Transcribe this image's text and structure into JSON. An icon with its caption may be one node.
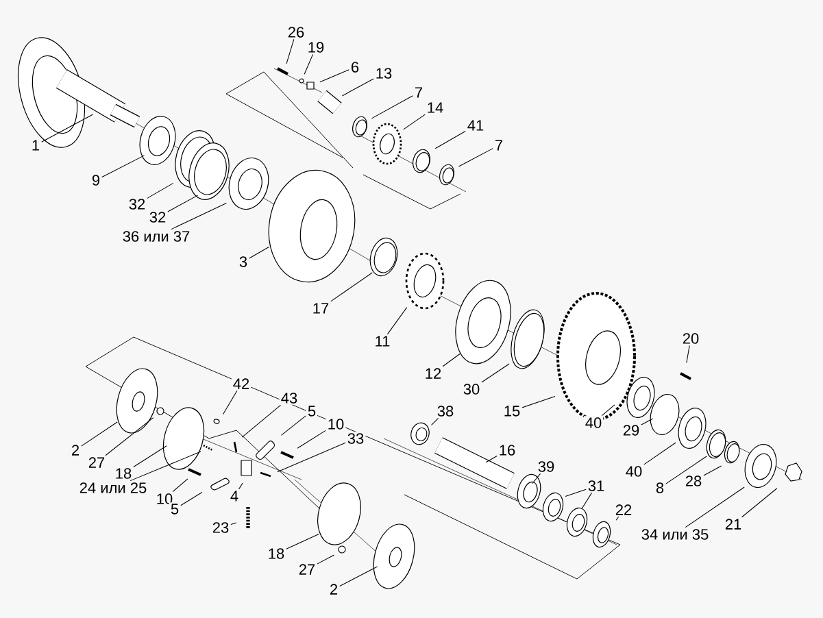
{
  "diagram": {
    "nodes": [
      {
        "text": [
          "26"
        ]
      },
      {
        "text": [
          "19"
        ]
      },
      {
        "text": [
          "6"
        ]
      },
      {
        "text": [
          "13"
        ]
      },
      {
        "text": [
          "7"
        ]
      },
      {
        "text": [
          "14"
        ]
      },
      {
        "text": [
          "41"
        ]
      },
      {
        "text": [
          "1"
        ]
      },
      {
        "text": [
          "7"
        ]
      },
      {
        "text": [
          "9"
        ]
      },
      {
        "text": [
          "32"
        ]
      },
      {
        "text": [
          "32"
        ]
      },
      {
        "text": [
          "36 или 37"
        ]
      },
      {
        "text": [
          "3"
        ]
      },
      {
        "text": [
          "17"
        ]
      },
      {
        "text": [
          "20"
        ]
      },
      {
        "text": [
          "11"
        ]
      },
      {
        "text": [
          "12"
        ]
      },
      {
        "text": [
          "42"
        ]
      },
      {
        "text": [
          "30"
        ]
      },
      {
        "text": [
          "43"
        ]
      },
      {
        "text": [
          "38"
        ]
      },
      {
        "text": [
          "15"
        ]
      },
      {
        "text": [
          "5"
        ]
      },
      {
        "text": [
          "10"
        ]
      },
      {
        "text": [
          "40"
        ]
      },
      {
        "text": [
          "33"
        ]
      },
      {
        "text": [
          "29"
        ]
      },
      {
        "text": [
          "2"
        ]
      },
      {
        "text": [
          "16"
        ]
      },
      {
        "text": [
          "27"
        ]
      },
      {
        "text": [
          "18"
        ]
      },
      {
        "text": [
          "39"
        ]
      },
      {
        "text": [
          "40"
        ]
      },
      {
        "text": [
          "24 или 25"
        ]
      },
      {
        "text": [
          "4"
        ]
      },
      {
        "text": [
          "31"
        ]
      },
      {
        "text": [
          "10"
        ]
      },
      {
        "text": [
          "5"
        ]
      },
      {
        "text": [
          "8"
        ]
      },
      {
        "text": [
          "28"
        ]
      },
      {
        "text": [
          "22"
        ]
      },
      {
        "text": [
          "23"
        ]
      },
      {
        "text": [
          "34 или 35"
        ]
      },
      {
        "text": [
          "21"
        ]
      },
      {
        "text": [
          "18"
        ]
      },
      {
        "text": [
          "27"
        ]
      },
      {
        "text": [
          "2"
        ]
      }
    ],
    "edges": [
      {
        "from": 0,
        "to": null,
        "arrow": "none"
      },
      {
        "from": 1,
        "to": null,
        "arrow": "none"
      },
      {
        "from": 2,
        "to": null,
        "arrow": "none"
      },
      {
        "from": 3,
        "to": null,
        "arrow": "none"
      },
      {
        "from": 4,
        "to": null,
        "arrow": "none"
      },
      {
        "from": 5,
        "to": null,
        "arrow": "none"
      },
      {
        "from": 6,
        "to": null,
        "arrow": "none"
      },
      {
        "from": 7,
        "to": null,
        "arrow": "none"
      },
      {
        "from": 8,
        "to": null,
        "arrow": "none"
      },
      {
        "from": 9,
        "to": null,
        "arrow": "none"
      },
      {
        "from": 10,
        "to": null,
        "arrow": "none"
      },
      {
        "from": 11,
        "to": null,
        "arrow": "none"
      },
      {
        "from": 12,
        "to": null,
        "arrow": "none"
      },
      {
        "from": 13,
        "to": null,
        "arrow": "none"
      },
      {
        "from": 14,
        "to": null,
        "arrow": "none"
      },
      {
        "from": 15,
        "to": null,
        "arrow": "none"
      },
      {
        "from": 16,
        "to": null,
        "arrow": "none"
      },
      {
        "from": 17,
        "to": null,
        "arrow": "none"
      },
      {
        "from": 18,
        "to": null,
        "arrow": "none"
      },
      {
        "from": 19,
        "to": null,
        "arrow": "none"
      },
      {
        "from": 20,
        "to": null,
        "arrow": "none"
      },
      {
        "from": 21,
        "to": null,
        "arrow": "none"
      },
      {
        "from": 22,
        "to": null,
        "arrow": "none"
      },
      {
        "from": 23,
        "to": null,
        "arrow": "none"
      },
      {
        "from": 24,
        "to": null,
        "arrow": "none"
      },
      {
        "from": 25,
        "to": null,
        "arrow": "none"
      },
      {
        "from": 26,
        "to": null,
        "arrow": "none"
      },
      {
        "from": 27,
        "to": null,
        "arrow": "none"
      },
      {
        "from": 28,
        "to": null,
        "arrow": "none"
      },
      {
        "from": 29,
        "to": null,
        "arrow": "none"
      },
      {
        "from": 30,
        "to": null,
        "arrow": "none"
      },
      {
        "from": 31,
        "to": null,
        "arrow": "none"
      },
      {
        "from": 32,
        "to": null,
        "arrow": "none"
      },
      {
        "from": 33,
        "to": null,
        "arrow": "none"
      },
      {
        "from": 34,
        "to": null,
        "arrow": "none"
      },
      {
        "from": 35,
        "to": null,
        "arrow": "none"
      },
      {
        "from": 36,
        "to": null,
        "arrow": "none"
      },
      {
        "from": 36,
        "to": null,
        "arrow": "none"
      },
      {
        "from": 37,
        "to": null,
        "arrow": "none"
      },
      {
        "from": 38,
        "to": null,
        "arrow": "none"
      },
      {
        "from": 39,
        "to": null,
        "arrow": "none"
      },
      {
        "from": 40,
        "to": null,
        "arrow": "none"
      },
      {
        "from": 41,
        "to": null,
        "arrow": "none"
      },
      {
        "from": 42,
        "to": null,
        "arrow": "none"
      },
      {
        "from": 43,
        "to": null,
        "arrow": "none"
      },
      {
        "from": 44,
        "to": null,
        "arrow": "none"
      },
      {
        "from": 45,
        "to": null,
        "arrow": "none"
      },
      {
        "from": 46,
        "to": null,
        "arrow": "none"
      },
      {
        "from": 47,
        "to": null,
        "arrow": "none"
      }
    ]
  }
}
